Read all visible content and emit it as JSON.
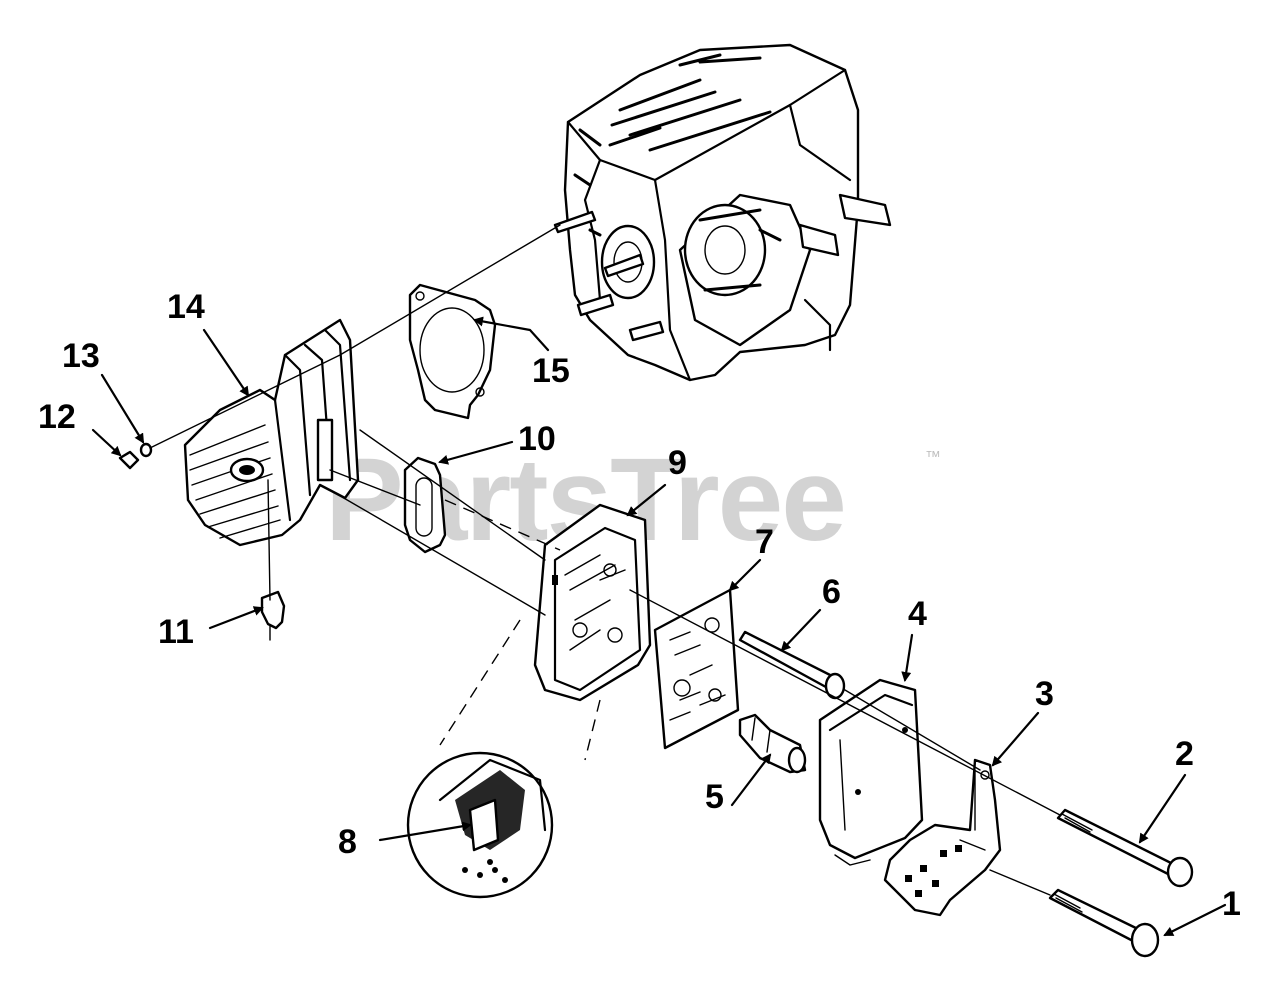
{
  "diagram": {
    "watermark": "PartsTree",
    "trademark": "™",
    "callouts": [
      "1",
      "2",
      "3",
      "4",
      "5",
      "6",
      "7",
      "8",
      "9",
      "10",
      "11",
      "12",
      "13",
      "14",
      "15"
    ]
  }
}
